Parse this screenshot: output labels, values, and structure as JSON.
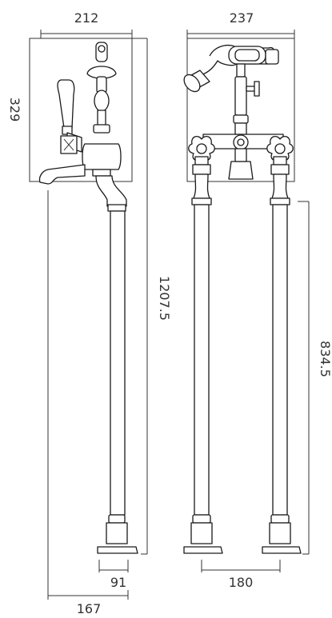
{
  "dimensions": {
    "left_top_width": "212",
    "left_height": "329",
    "left_total_height": "1207.5",
    "left_base_width": "91",
    "left_outer_width": "167",
    "right_top_width": "237",
    "right_leg_height": "834.5",
    "right_leg_spacing": "180"
  },
  "colors": {
    "line": "#1a1a1a",
    "dimension": "#333333",
    "background": "#ffffff"
  }
}
